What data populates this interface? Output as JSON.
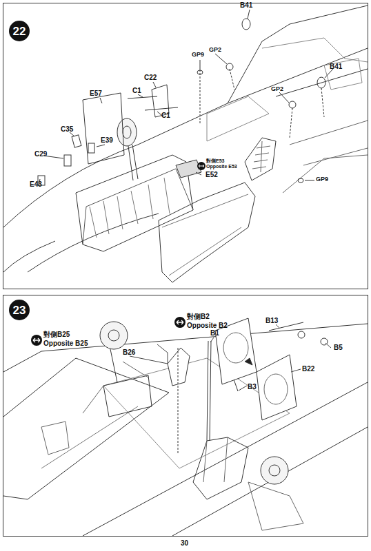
{
  "diagram": {
    "nodes": [
      {
        "text": [
          "22"
        ]
      },
      {
        "text": [
          "23"
        ]
      }
    ],
    "labels": [
      "B41",
      "GP9",
      "GP2",
      "B41",
      "GP2",
      "C22",
      "C1",
      "C1",
      "E57",
      "C35",
      "E39",
      "C29",
      "E43",
      "對側E53",
      "Opposite E53",
      "E52",
      "GP9",
      "對側B25",
      "Opposite B25",
      "B26",
      "對側B2",
      "Opposite B2",
      "B1",
      "B13",
      "B5",
      "B22",
      "B3",
      "30"
    ]
  }
}
